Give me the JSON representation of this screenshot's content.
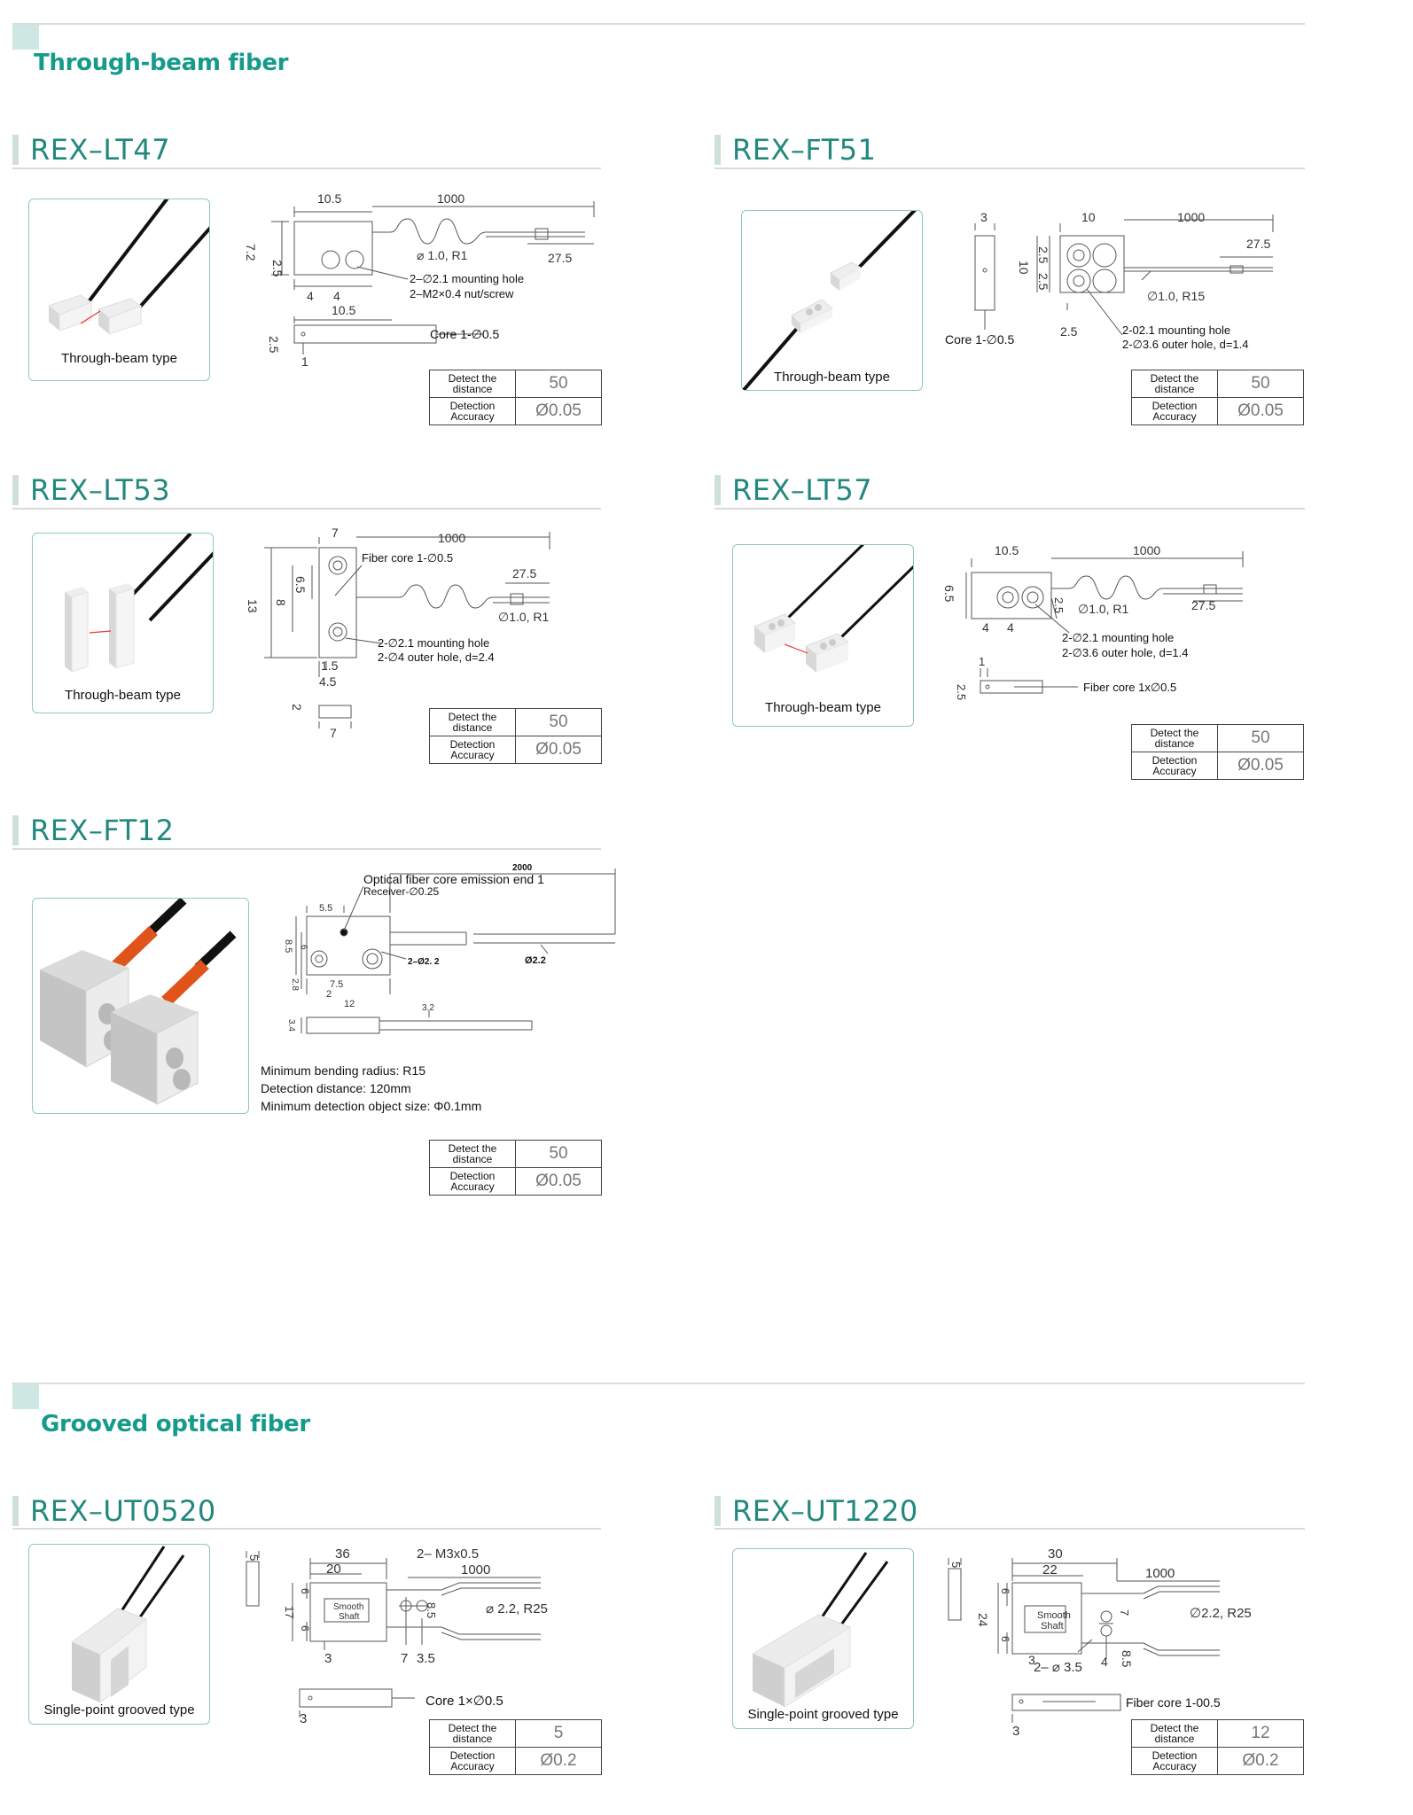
{
  "sections": {
    "through_beam": "Through-beam fiber",
    "grooved": "Grooved optical fiber"
  },
  "labels": {
    "distance_key": "Detect the distance",
    "accuracy_key": "Detection Accuracy"
  },
  "products": {
    "lt47": {
      "title": "REX–LT47",
      "caption": "Through-beam type",
      "distance": "50",
      "accuracy": "Ø0.05",
      "dims": {
        "w": "10.5",
        "len": "1000",
        "h": "7.2",
        "h2": "2.5",
        "cable": "27.5",
        "bend": "⌀ 1.0, R1",
        "hole": "2–∅2.1 mounting hole",
        "screw": "2–M2×0.4 nut/screw",
        "p1": "4",
        "p2": "4",
        "side_w": "10.5",
        "side_h": "2.5",
        "side_c": "1",
        "core": "Core 1-∅0.5"
      }
    },
    "ft51": {
      "title": "REX–FT51",
      "caption": "Through-beam type",
      "distance": "50",
      "accuracy": "Ø0.05",
      "dims": {
        "t": "3",
        "w": "10",
        "len": "1000",
        "cable": "27.5",
        "h": "10",
        "h1": "2.5",
        "h2": "2.5",
        "core": "Core 1-∅0.5",
        "b": "2.5",
        "bend": "∅1.0, R15",
        "hole": "2-02.1 mounting hole",
        "outer": "2-∅3.6 outer hole, d=1.4"
      }
    },
    "lt53": {
      "title": "REX–LT53",
      "caption": "Through-beam type",
      "distance": "50",
      "accuracy": "Ø0.05",
      "dims": {
        "w": "7",
        "len": "1000",
        "core": "Fiber core 1-∅0.5",
        "cable": "27.5",
        "h": "13",
        "h1": "8",
        "h2": "6.5",
        "bend": "∅1.0, R1",
        "hole": "2-∅2.1 mounting hole",
        "outer": "2-∅4 outer hole, d=2.4",
        "b1": "1.5",
        "b2": "4.5",
        "st": "2",
        "sw": "7"
      }
    },
    "lt57": {
      "title": "REX–LT57",
      "caption": "Through-beam type",
      "distance": "50",
      "accuracy": "Ø0.05",
      "dims": {
        "w": "10.5",
        "len": "1000",
        "h": "6.5",
        "h2": "2.5",
        "bend": "∅1.0, R1",
        "cable": "27.5",
        "p1": "4",
        "p2": "4",
        "hole": "2-∅2.1 mounting hole",
        "outer": "2-∅3.6 outer hole, d=1.4",
        "s1": "1",
        "sh": "2.5",
        "core": "Fiber core 1x∅0.5"
      }
    },
    "ft12": {
      "title": "REX–FT12",
      "distance": "50",
      "accuracy": "Ø0.05",
      "dims": {
        "len": "2000",
        "emit": "Optical fiber core emission end 1",
        "recv": "Receiver-∅0.25",
        "w1": "5.5",
        "h1": "8.5",
        "h2": "6",
        "hole": "2–Ø2. 2",
        "cable": "Ø2.2",
        "b1": "2.8",
        "p1": "7.5",
        "p2": "2",
        "w": "12",
        "t": "3.4",
        "c": "3.2"
      },
      "notes": [
        "Minimum bending radius: R15",
        "Detection distance: 120mm",
        "Minimum detection object size: Φ0.1mm"
      ]
    },
    "ut0520": {
      "title": "REX–UT0520",
      "caption": "Single-point grooved type",
      "distance": "5",
      "accuracy": "Ø0.2",
      "dims": {
        "t": "5",
        "l1": "36",
        "l2": "20",
        "screw": "2– M3x0.5",
        "len": "1000",
        "h": "17",
        "g1": "6",
        "g2": "6",
        "shaft1": "Smooth",
        "shaft2": "Shaft",
        "h2": "8.5",
        "bend": "⌀ 2.2, R25",
        "b1": "3",
        "b2": "7",
        "b3": "3.5",
        "core": "Core 1×∅0.5",
        "s": "3"
      }
    },
    "ut1220": {
      "title": "REX–UT1220",
      "caption": "Single-point grooved type",
      "distance": "12",
      "accuracy": "Ø0.2",
      "dims": {
        "t": "5",
        "l1": "30",
        "l2": "22",
        "len": "1000",
        "h": "24",
        "g1": "6",
        "g2": "6",
        "h2": "7",
        "shaft1": "Smooth",
        "shaft2": "Shaft",
        "bend": "∅2.2, R25",
        "b1": "3",
        "hole": "2– ⌀ 3.5",
        "b2": "4",
        "b3": "8.5",
        "core": "Fiber core 1-00.5",
        "s": "3"
      }
    }
  }
}
